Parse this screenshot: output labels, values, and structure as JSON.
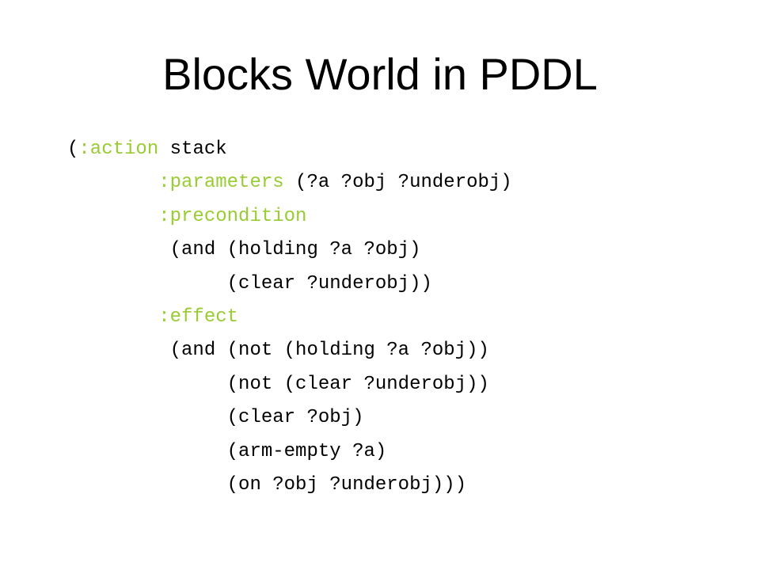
{
  "slide": {
    "title": "Blocks World in PDDL"
  },
  "colors": {
    "keyword": "#99cc33",
    "text": "#000000",
    "background": "#ffffff"
  },
  "code": {
    "lines": [
      {
        "indent": "",
        "pre": "(",
        "kw": ":action",
        "post": " stack"
      },
      {
        "indent": "        ",
        "pre": "",
        "kw": ":parameters",
        "post": " (?a ?obj ?underobj)"
      },
      {
        "indent": "        ",
        "pre": "",
        "kw": ":precondition",
        "post": ""
      },
      {
        "indent": "         ",
        "pre": "(and (holding ?a ?obj)",
        "kw": "",
        "post": ""
      },
      {
        "indent": "              ",
        "pre": "(clear ?underobj))",
        "kw": "",
        "post": ""
      },
      {
        "indent": "        ",
        "pre": "",
        "kw": ":effect",
        "post": ""
      },
      {
        "indent": "         ",
        "pre": "(and (not (holding ?a ?obj))",
        "kw": "",
        "post": ""
      },
      {
        "indent": "              ",
        "pre": "(not (clear ?underobj))",
        "kw": "",
        "post": ""
      },
      {
        "indent": "              ",
        "pre": "(clear ?obj)",
        "kw": "",
        "post": ""
      },
      {
        "indent": "              ",
        "pre": "(arm-empty ?a)",
        "kw": "",
        "post": ""
      },
      {
        "indent": "              ",
        "pre": "(on ?obj ?underobj)))",
        "kw": "",
        "post": ""
      }
    ]
  }
}
